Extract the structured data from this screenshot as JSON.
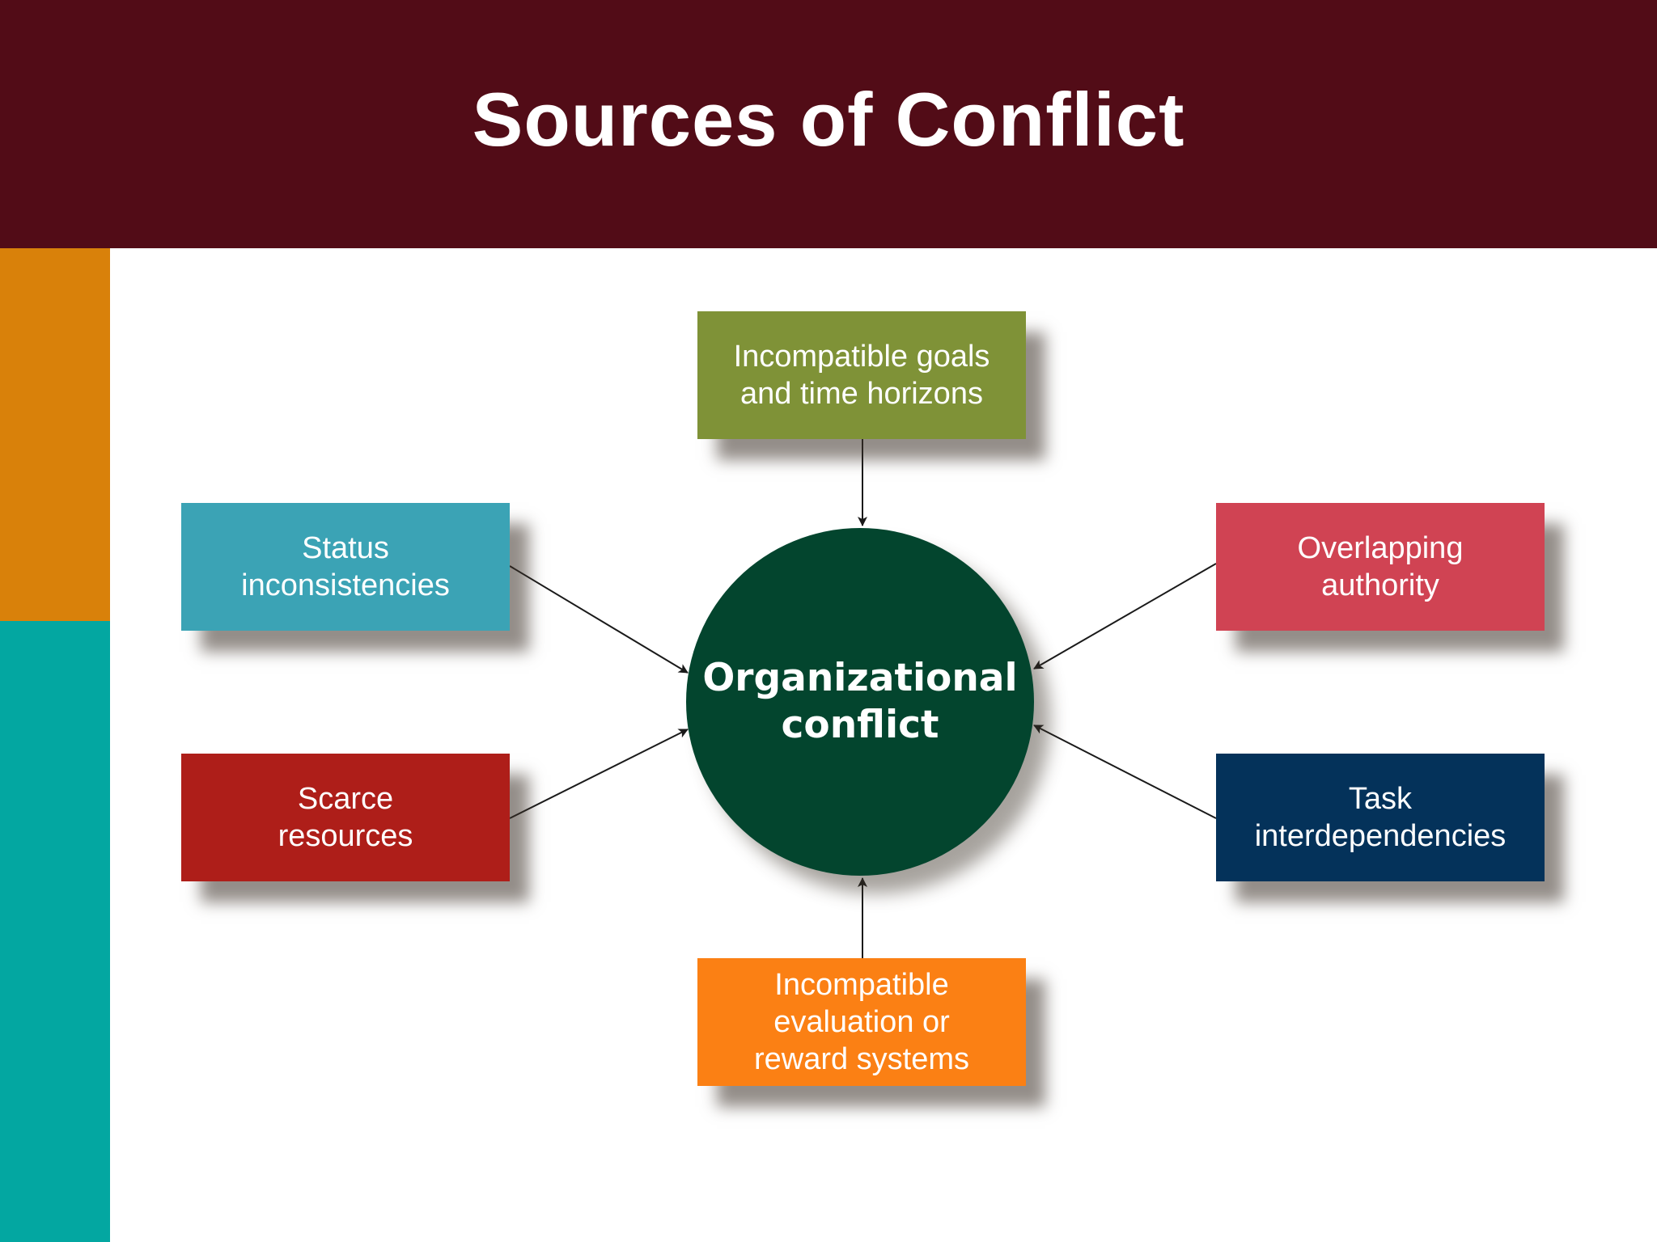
{
  "slide": {
    "title": "Sources of Conflict",
    "colors": {
      "header": "#520c17",
      "band_top": "#d9810a",
      "band_bottom": "#03a7a1",
      "hub": "#03452e",
      "arrow": "#1a1a1a"
    }
  },
  "diagram": {
    "center": {
      "line1": "Organizational",
      "line2": "conflict"
    },
    "sources": [
      {
        "id": "top",
        "lines": [
          "Incompatible goals",
          "and time horizons"
        ],
        "color": "#7f9237"
      },
      {
        "id": "status",
        "lines": [
          "Status",
          "inconsistencies"
        ],
        "color": "#3ba3b5"
      },
      {
        "id": "over",
        "lines": [
          "Overlapping",
          "authority"
        ],
        "color": "#d04353"
      },
      {
        "id": "scarce",
        "lines": [
          "Scarce",
          "resources"
        ],
        "color": "#ae1e19"
      },
      {
        "id": "task",
        "lines": [
          "Task",
          "interdependencies"
        ],
        "color": "#04325a"
      },
      {
        "id": "bottom",
        "lines": [
          "Incompatible",
          "evaluation or",
          "reward systems"
        ],
        "color": "#fb8014"
      }
    ]
  }
}
